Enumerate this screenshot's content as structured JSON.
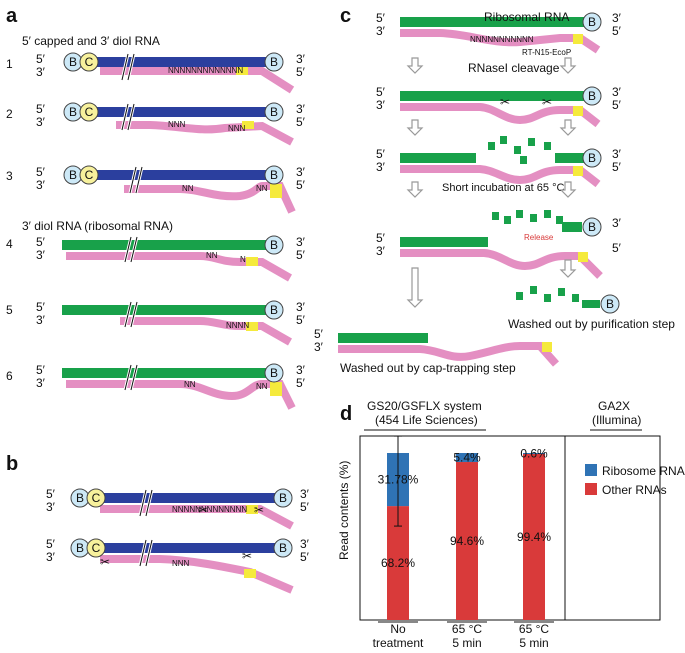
{
  "panels": {
    "a": "a",
    "b": "b",
    "c": "c",
    "d": "d"
  },
  "common": {
    "five_prime": "5′",
    "three_prime": "3′",
    "biotin": "B",
    "cap": "C"
  },
  "panel_a": {
    "capped_title": "5′ capped and 3′ diol RNA",
    "diol_title": "3′ diol RNA (ribosomal RNA)",
    "rows": [
      "1",
      "2",
      "3",
      "4",
      "5",
      "6"
    ],
    "nn_long": "NNNNNNNNNNNNN",
    "nn_short": "NN",
    "nnn": "NNN",
    "nnnn": "NNNN",
    "n": "N"
  },
  "panel_c": {
    "ribosomal_rna": "Ribosomal RNA",
    "primer": "RT-N15-EcoP",
    "rnase": "RNaseI cleavage",
    "incubation": "Short incubation at 65 °C",
    "release": "Release",
    "washed_purification": "Washed out by purification step",
    "washed_cap": "Washed out by cap-trapping step",
    "nn_long": "NNNNNNNNNNN"
  },
  "panel_d": {
    "system1": "GS20/GSFLX system",
    "system1_sub": "(454 Life Sciences)",
    "system2": "GA2X",
    "system2_sub": "(Illumina)",
    "ylabel": "Read contents (%)",
    "legend": [
      "Ribosome RNA",
      "Other RNAs"
    ],
    "xlabels": [
      [
        "No",
        "treatment"
      ],
      [
        "65 °C",
        "5 min"
      ],
      [
        "65 °C",
        "5 min"
      ]
    ],
    "top_labels": [
      "31.78%",
      "5.4%",
      "0.6%"
    ],
    "bottom_labels": [
      "68.2%",
      "94.6%",
      "99.4%"
    ]
  },
  "colors": {
    "blue": "#2b3f9e",
    "pink": "#e48fc2",
    "green": "#18a14a",
    "yellow": "#f5ea3c",
    "circle": "#cde9f7",
    "cap": "#f7f19c",
    "ribosome": "#2f73b5",
    "other": "#d93a3a"
  },
  "chart_data": {
    "type": "bar",
    "stacked": true,
    "categories": [
      "No treatment",
      "65 °C 5 min (GS20/GSFLX)",
      "65 °C 5 min (GA2X)"
    ],
    "series": [
      {
        "name": "Ribosome RNA",
        "values": [
          31.78,
          5.4,
          0.6
        ]
      },
      {
        "name": "Other RNAs",
        "values": [
          68.2,
          94.6,
          99.4
        ]
      }
    ],
    "ylabel": "Read contents (%)",
    "ylim": [
      0,
      100
    ],
    "error_bar_first_bar": true,
    "legend_position": "right"
  }
}
